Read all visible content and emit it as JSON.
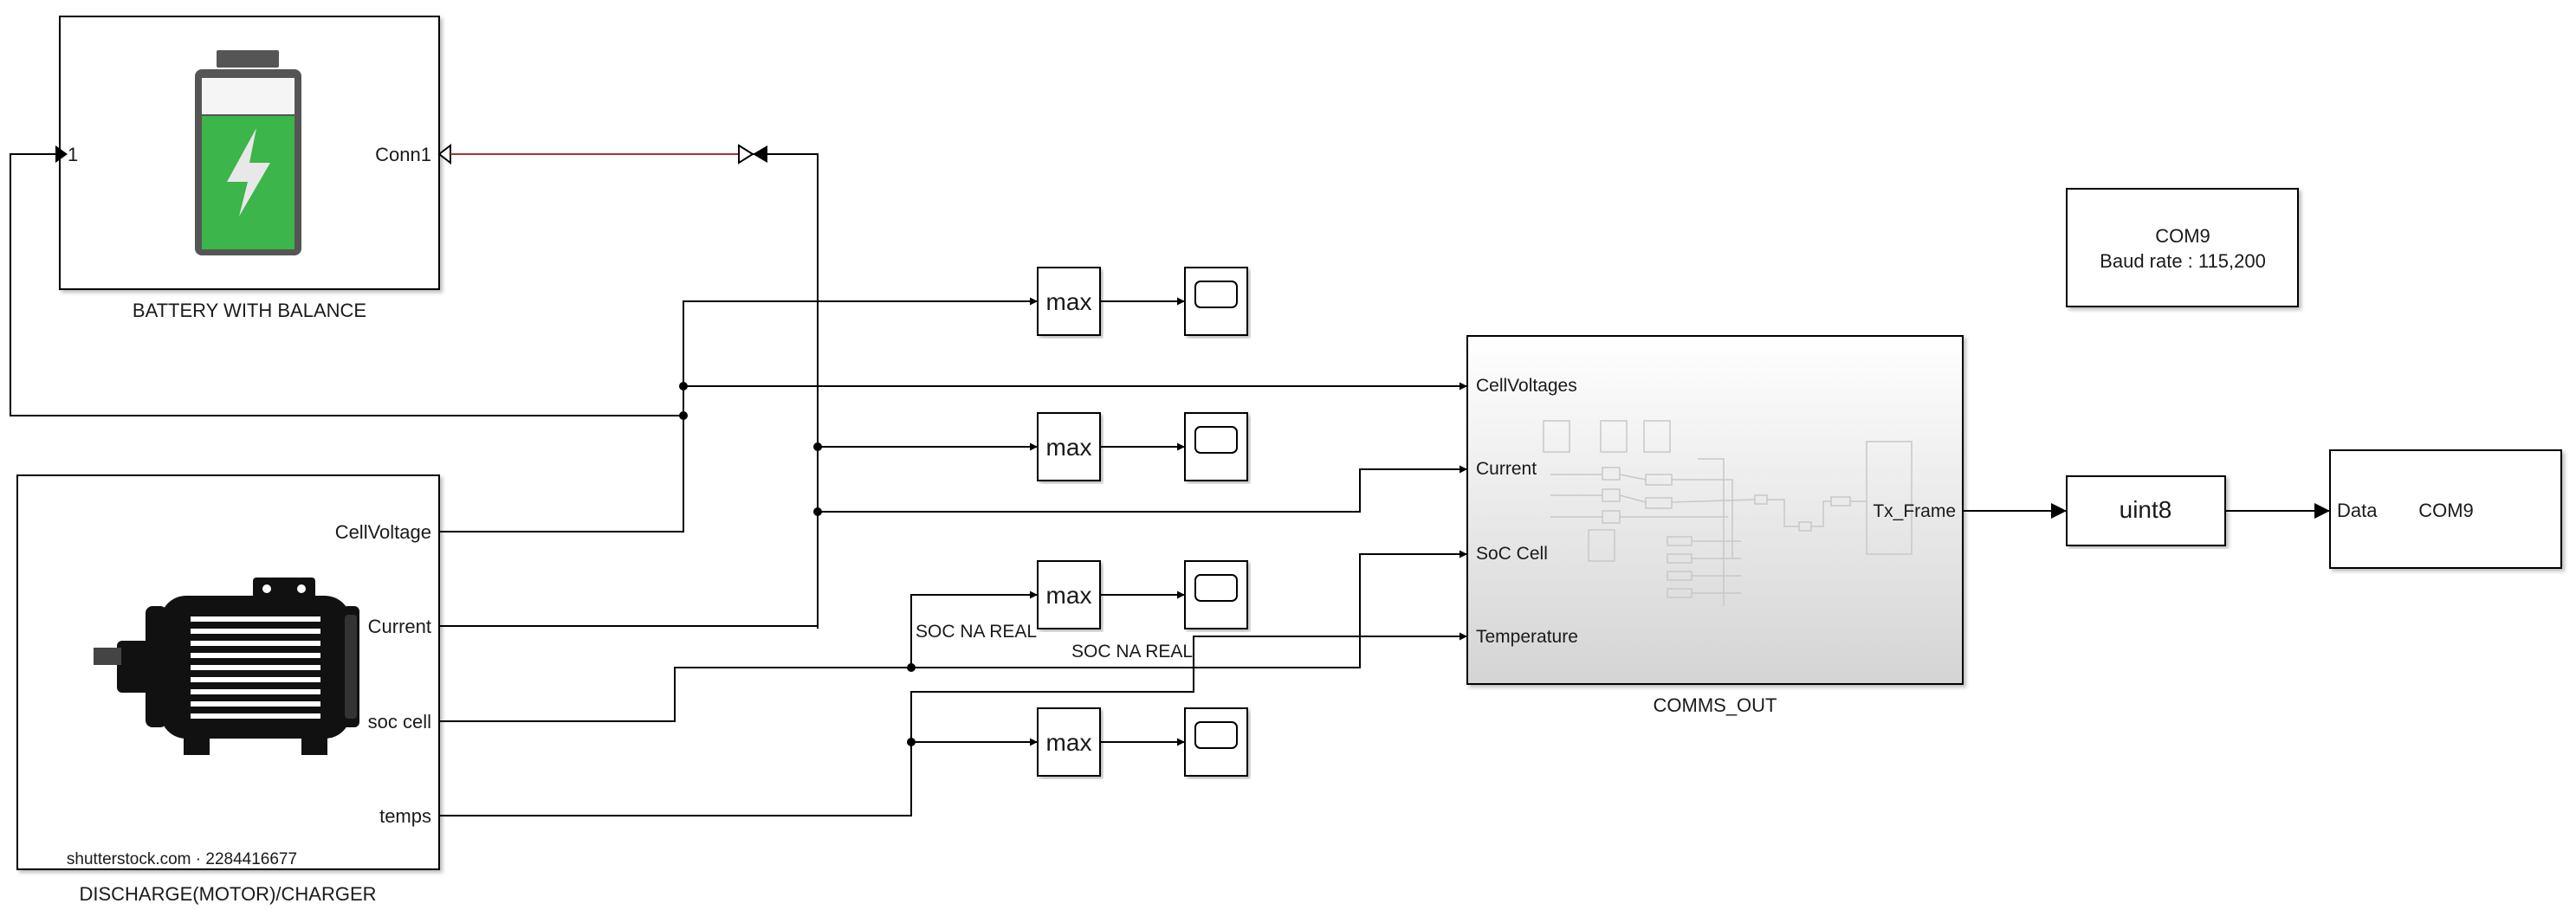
{
  "battery_block": {
    "name": "BATTERY WITH BALANCE",
    "in_port": "1",
    "out_port": "Conn1",
    "battery_color": "#3cb54a"
  },
  "motor_block": {
    "name": "DISCHARGE(MOTOR)/CHARGER",
    "ports": [
      "CellVoltage",
      "Current",
      "soc cell",
      "temps"
    ],
    "watermark": "shutterstock.com · 2284416677"
  },
  "max_blocks": [
    "max",
    "max",
    "max",
    "max"
  ],
  "signal_labels": [
    "SOC NA REAL",
    "SOC NA REAL"
  ],
  "comms_block": {
    "name": "COMMS_OUT",
    "inputs": [
      "CellVoltages",
      "Current",
      "SoC Cell",
      "Temperature"
    ],
    "output": "Tx_Frame"
  },
  "com_note": {
    "title": "COM9",
    "baud": "Baud rate : 115,200"
  },
  "convert_block": {
    "label": "uint8"
  },
  "serial_block": {
    "port": "Data",
    "name": "COM9"
  },
  "colors": {
    "physical_line": "#b03030",
    "signal_line": "#000000"
  }
}
